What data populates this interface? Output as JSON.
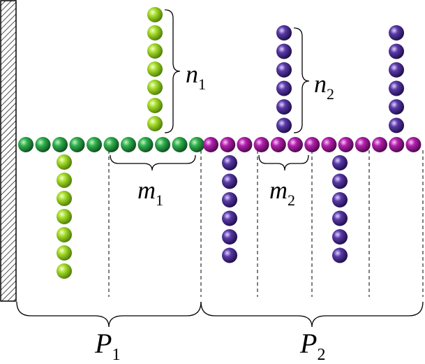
{
  "colors": {
    "backbone_green": "#1e8a3a",
    "graft_lightgreen": "#8ccf1e",
    "backbone_purple": "#9a1a94",
    "graft_purple": "#4a2d8a",
    "lines": "#000000"
  },
  "labels": {
    "n1": {
      "main": "n",
      "sub": "1"
    },
    "n2": {
      "main": "n",
      "sub": "2"
    },
    "m1": {
      "main": "m",
      "sub": "1"
    },
    "m2": {
      "main": "m",
      "sub": "2"
    },
    "P1": {
      "main": "P",
      "sub": "1"
    },
    "P2": {
      "main": "P",
      "sub": "2"
    }
  },
  "structure": {
    "block1": {
      "backbone_beads": 11,
      "graft_length": 7,
      "grafts_up": 1,
      "grafts_down": 1
    },
    "block2": {
      "backbone_beads": 13,
      "graft_length": 6,
      "grafts_up": 2,
      "grafts_down": 2
    }
  }
}
